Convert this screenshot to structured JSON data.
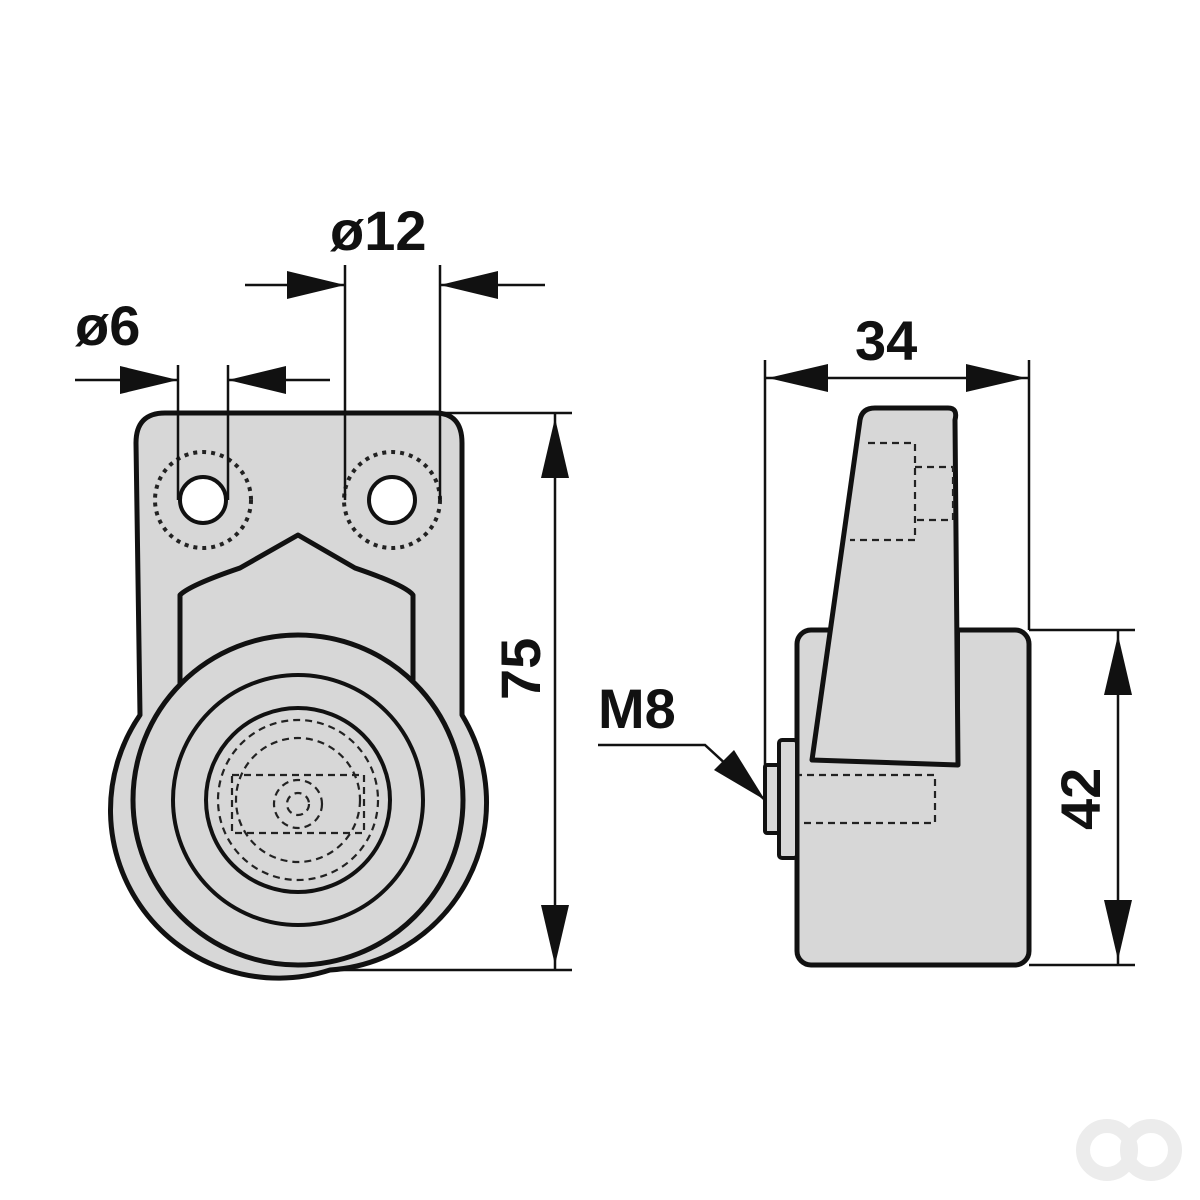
{
  "dimensions": {
    "small_hole": "ø6",
    "large_hole": "ø12",
    "height_front": "75",
    "width_side": "34",
    "height_side": "42",
    "thread": "M8"
  },
  "colors": {
    "part_fill": "#d7d7d7",
    "line": "#111111",
    "background": "#ffffff",
    "watermark": "#ececec"
  },
  "watermark_icon": "double-ring-logo-icon"
}
